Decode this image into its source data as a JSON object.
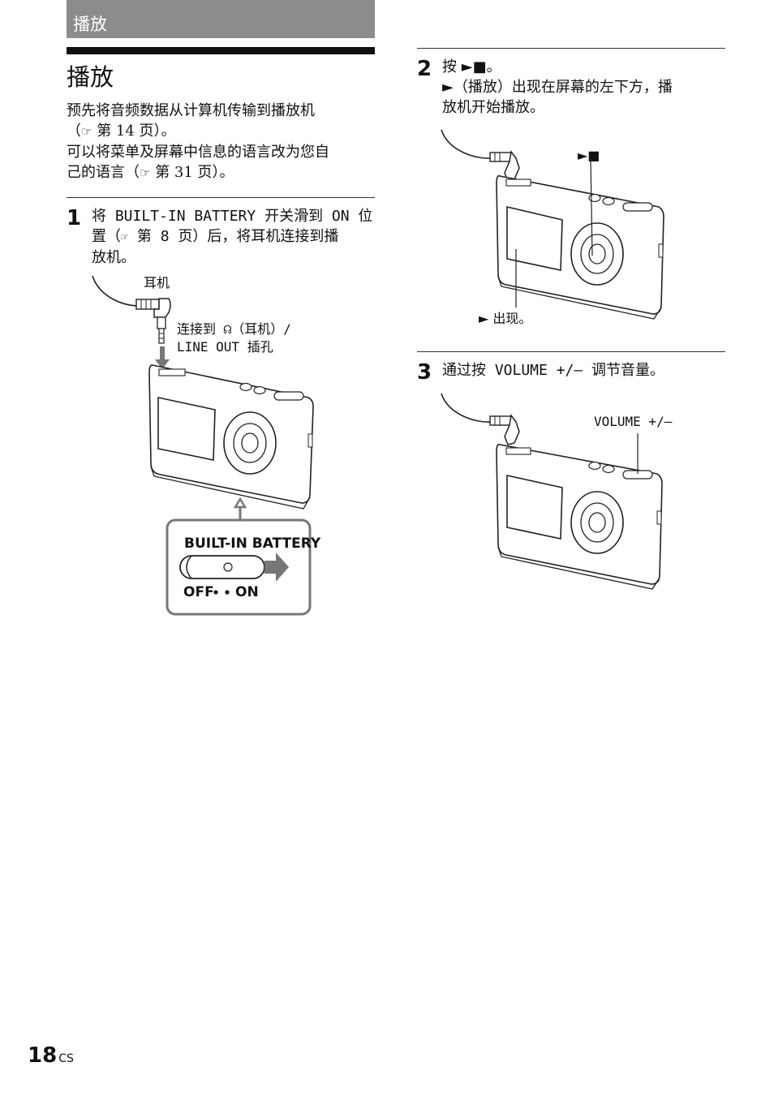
{
  "header": {
    "section_tab": "播放"
  },
  "title": "播放",
  "intro": {
    "line1": "预先将音频数据从计算机传输到播放机",
    "line2_pre": "（",
    "line2_ref": "第 14 页）。",
    "line3": "可以将菜单及屏幕中信息的语言改为您自",
    "line4_pre": "己的语言（",
    "line4_ref": "第 31 页）。"
  },
  "ref_icon": "☞",
  "steps": {
    "s1": {
      "num": "1",
      "line1": "将 BUILT-IN BATTERY 开关滑到 ON 位",
      "line2_pre": "置（",
      "line2_post": "第 8 页）后，将耳机连接到播",
      "line3": "放机。",
      "cap_headphones": "耳机",
      "cap_connect1": "连接到 ☊（耳机）/",
      "cap_connect2": "LINE OUT 插孔",
      "switch_title": "BUILT-IN BATTERY",
      "switch_off": "OFF",
      "switch_on": "ON"
    },
    "s2": {
      "num": "2",
      "line1": "按 ►■。",
      "line2": "►（播放）出现在屏幕的左下方，播",
      "line3": "放机开始播放。",
      "cap_button": "►■",
      "cap_appear": "► 出现。"
    },
    "s3": {
      "num": "3",
      "line1": "通过按 VOLUME +/– 调节音量。",
      "cap_volume": "VOLUME +/–"
    }
  },
  "footer": {
    "page_number": "18",
    "page_suffix": "CS"
  }
}
